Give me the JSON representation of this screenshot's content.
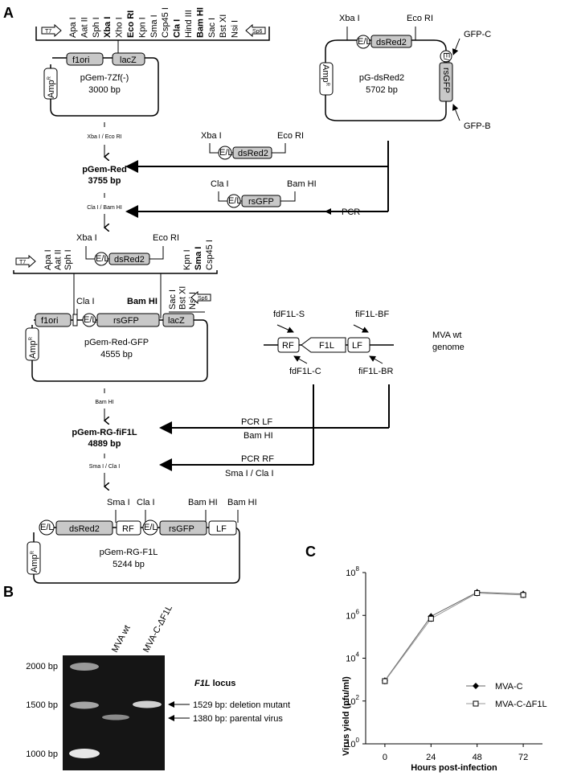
{
  "panels": {
    "a": "A",
    "b": "B",
    "c": "C"
  },
  "pgem7": {
    "sites": [
      "Apa I",
      "Aat II",
      "Sph I",
      "Xba I",
      "Xho I",
      "Eco RI",
      "Kpn I",
      "Sma I",
      "Csp45 I",
      "Cla I",
      "Hind III",
      "Bam HI",
      "Sac I",
      "Bst XI",
      "Nsi I"
    ],
    "bold_sites": [
      "Xba I",
      "Eco RI",
      "Cla I",
      "Bam HI"
    ],
    "t7": "T7",
    "sp6": "Sp6",
    "f1ori": "f1ori",
    "lacz": "lacZ",
    "amp": "Amp",
    "amp_sup": "R",
    "name": "pGem-7Zf(-)",
    "size": "3000 bp"
  },
  "pgdsred2": {
    "xba": "Xba I",
    "eco": "Eco RI",
    "el": "E/L",
    "dsred2": "dsRed2",
    "amp": "Amp",
    "amp_sup": "R",
    "name": "pG-dsRed2",
    "size": "5702 bp",
    "rsgfp": "rsGFP",
    "el2": "E/L",
    "gfpc": "GFP-C",
    "gfpb": "GFP-B"
  },
  "flow": {
    "step1": "Xba I / Eco RI",
    "pgemred_name": "pGem-Red",
    "pgemred_size": "3755 bp",
    "step2": "Cla I / Bam HI",
    "frag1_xba": "Xba I",
    "frag1_eco": "Eco RI",
    "frag1_el": "E/L",
    "frag1_ds": "dsRed2",
    "frag2_cla": "Cla I",
    "frag2_bam": "Bam HI",
    "frag2_el": "E/L",
    "frag2_gfp": "rsGFP",
    "pcr": "PCR",
    "step3": "Bam HI",
    "pgemrgfi_name": "pGem-RG-fiF1L",
    "pgemrgfi_size": "4889 bp",
    "step4": "Sma I / Cla I",
    "pcr_lf1": "PCR LF",
    "pcr_lf2": "Bam HI",
    "pcr_rf1": "PCR RF",
    "pcr_rf2": "Sma I / Cla I"
  },
  "pgemredgfp": {
    "xba": "Xba I",
    "eco": "Eco RI",
    "t7": "T7",
    "left_sites": [
      "Apa I",
      "Aat II",
      "Sph I"
    ],
    "right_sites": [
      "Kpn I",
      "Sma I",
      "Csp45 I"
    ],
    "bold_sites": [
      "Sma I"
    ],
    "el": "E/L",
    "dsred2": "dsRed2",
    "cla": "Cla I",
    "bam": "Bam HI",
    "sites2": [
      "Sac I",
      "Bst XI",
      "Nsi I"
    ],
    "sp6": "Sp6",
    "f1ori": "f1ori",
    "el2": "E/L",
    "rsgfp": "rsGFP",
    "lacz": "lacZ",
    "amp": "Amp",
    "amp_sup": "R",
    "name": "pGem-Red-GFP",
    "size": "4555 bp"
  },
  "mva": {
    "fdS": "fdF1L-S",
    "fiBF": "fiF1L-BF",
    "fdC": "fdF1L-C",
    "fiBR": "fiF1L-BR",
    "rf": "RF",
    "f1l": "F1L",
    "lf": "LF",
    "genome1": "MVA wt",
    "genome2": "genome"
  },
  "final": {
    "sma": "Sma I",
    "cla": "Cla I",
    "bam1": "Bam HI",
    "bam2": "Bam HI",
    "el1": "E/L",
    "dsred2": "dsRed2",
    "rf": "RF",
    "el2": "E/L",
    "rsgfp": "rsGFP",
    "lf": "LF",
    "amp": "Amp",
    "amp_sup": "R",
    "name": "pGem-RG-F1L",
    "size": "5244 bp"
  },
  "gel": {
    "lanes": [
      "MVA wt",
      "MVA-C-ΔF1L"
    ],
    "markers": [
      "2000 bp",
      "1500 bp",
      "1000 bp"
    ],
    "locus_gene": "F1L",
    "locus_word": "locus",
    "band_del": "1529 bp: deletion mutant",
    "band_par": "1380 bp: parental virus"
  },
  "chart_data": {
    "type": "line",
    "x": [
      0,
      24,
      48,
      72
    ],
    "xlabel": "Hours post-infection",
    "ylabel": "Virus yield (pfu/ml)",
    "y_scale": "log",
    "ylim": [
      1,
      100000000
    ],
    "y_ticks": [
      "10",
      "10",
      "10",
      "10",
      "10"
    ],
    "y_tick_exps": [
      "0",
      "2",
      "4",
      "6",
      "8"
    ],
    "x_ticks": [
      "0",
      "24",
      "48",
      "72"
    ],
    "legend_position": "right",
    "series": [
      {
        "name": "MVA-C",
        "marker": "filled-diamond",
        "values": [
          900,
          900000,
          12000000,
          10000000
        ]
      },
      {
        "name": "MVA-C-ΔF1L",
        "marker": "open-square",
        "values": [
          850,
          700000,
          11000000,
          9000000
        ]
      }
    ]
  }
}
